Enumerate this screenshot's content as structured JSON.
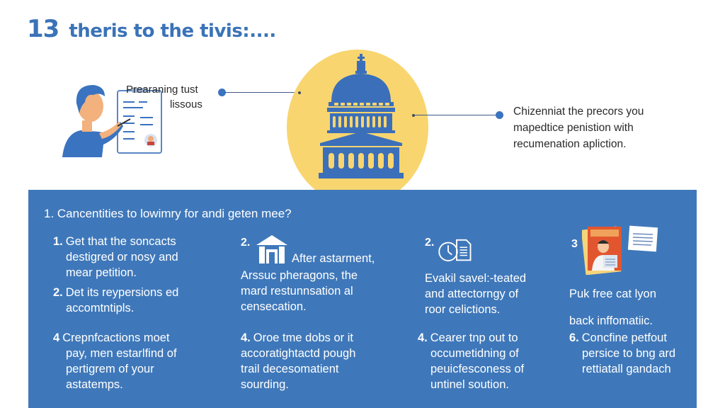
{
  "header": {
    "number": "13",
    "title": "theris to the tivis:...."
  },
  "top_section": {
    "left_label": {
      "line1": "Prearaning tust",
      "line2": "lissous",
      "illustration": "person-with-clipboard-icon"
    },
    "center_graphic": "capitol-building-icon",
    "right_label": {
      "lines": [
        "Chizenniat the precors you",
        "mapedtice penistion with",
        "recumenation apliction."
      ]
    }
  },
  "panel": {
    "question": "1. Cancentities to lowimry for andi geten mee?",
    "columns": [
      {
        "items": [
          {
            "num": "1.",
            "lines": [
              "Get that the soncacts",
              "destigred or nosy and",
              "mear petition."
            ]
          },
          {
            "num": "2.",
            "lines": [
              "Det its reypersions ed",
              "accomtntipls."
            ]
          },
          {
            "num": "4",
            "lines": [
              "Crepnfcactions moet",
              "pay, men estarlfind of",
              "pertigrem of your",
              "astatemps."
            ]
          }
        ]
      },
      {
        "icon": "house-icon",
        "header_num": "2.",
        "header_text": "After astarment,",
        "body_lines": [
          "Arssuc pheragons, the",
          "mard restunnsation al",
          "censecation."
        ],
        "bottom": {
          "num": "4.",
          "lines": [
            "Oroe tme dobs or it",
            "accoratightactd pough",
            "trail decesomatient",
            "sourding."
          ]
        }
      },
      {
        "icon": "clock-document-icon",
        "header_num": "2.",
        "body_lines": [
          "Evakil savel:-teated",
          "and attectorngy of",
          "roor celictions."
        ],
        "bottom": {
          "num": "4.",
          "lines": [
            "Cearer tnp out to",
            "occumetidning of",
            "peuicfesconess of",
            "untinel soution."
          ]
        }
      },
      {
        "icon": "magazine-document-icon",
        "header_num": "3",
        "body_lines": [
          "Puk free cat lyon",
          "back inffomatiic."
        ],
        "bottom": {
          "num": "6.",
          "lines": [
            "Concfine petfout",
            "persice to bng ard",
            "rettiatall gandach"
          ]
        }
      }
    ]
  },
  "colors": {
    "primary_blue": "#3f78ba",
    "title_blue": "#3a73b8",
    "sun_yellow": "#f8d56f",
    "text_dark": "#2a2a2a",
    "text_light": "#ffffff"
  }
}
